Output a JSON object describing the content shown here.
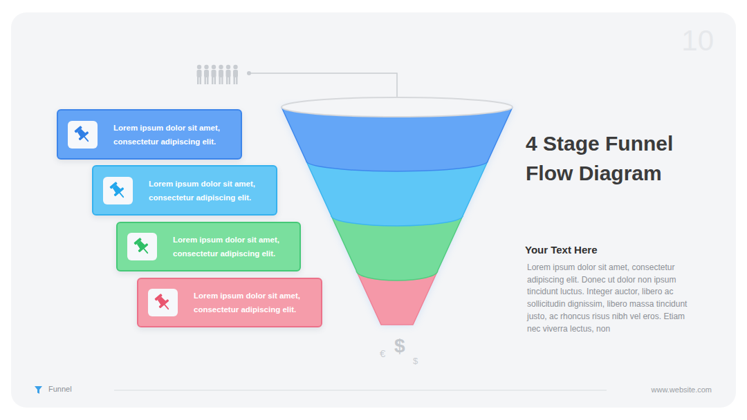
{
  "diagram": {
    "title": "4 Stage Funnel Flow Diagram",
    "nodes": [
      {
        "text": [
          "Lorem ipsum dolor sit amet, consectetur adipiscing elit."
        ]
      },
      {
        "text": [
          "Lorem ipsum dolor sit amet, consectetur adipiscing elit."
        ]
      },
      {
        "text": [
          "Lorem ipsum dolor sit amet, consectetur adipiscing elit."
        ]
      },
      {
        "text": [
          "Lorem ipsum dolor sit amet, consectetur adipiscing elit."
        ]
      }
    ],
    "labels": [
      "10",
      "Your Text Here",
      "Lorem ipsum dolor sit amet, consectetur adipiscing elit. Donec ut dolor non ipsum tincidunt luctus. Integer auctor, libero ac sollicitudin dignissim, libero massa tincidunt justo, ac rhoncus risus nibh vel eros. Etiam nec viverra lectus, non",
      "€",
      "$",
      "$",
      "Funnel",
      "www.website.com"
    ]
  }
}
